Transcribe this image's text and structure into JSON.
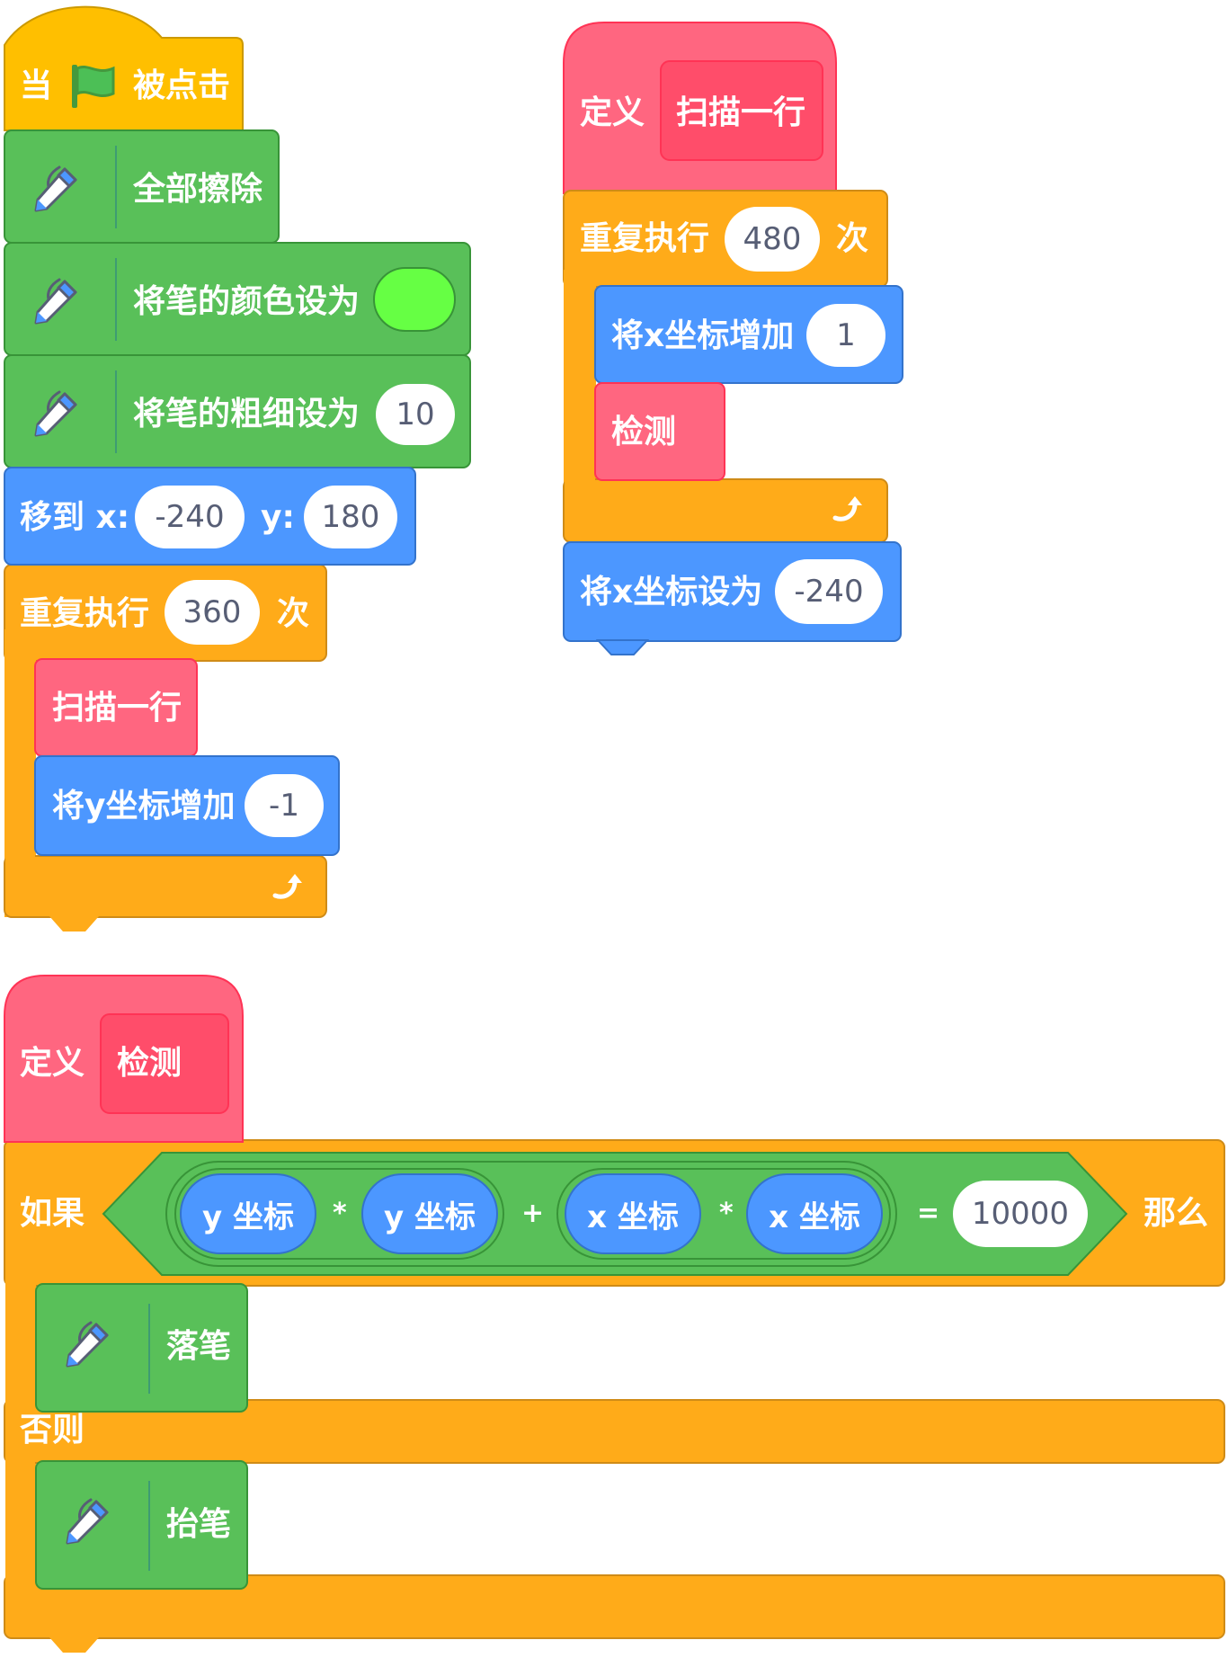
{
  "colors": {
    "events": "#ffbf00",
    "pen": "#59c059",
    "pen_border": "#389438",
    "motion": "#4c97ff",
    "control": "#ffab19",
    "my_blocks": "#ff6680",
    "my_blocks_proto": "#ff4d6a",
    "operators": "#59c059",
    "pen_color_swatch": "#66ff44"
  },
  "script1": {
    "hat": {
      "when": "当",
      "flag_icon": "green-flag-icon",
      "clicked": "被点击"
    },
    "erase_all": "全部擦除",
    "set_pen_color": "将笔的颜色设为",
    "set_pen_size": {
      "label": "将笔的粗细设为",
      "value": "10"
    },
    "goto": {
      "label": "移到 x:",
      "x": "-240",
      "ylabel": "y:",
      "y": "180"
    },
    "repeat": {
      "label": "重复执行",
      "times": "360",
      "suffix": "次"
    },
    "call_scan": "扫描一行",
    "change_y": {
      "label": "将y坐标增加",
      "value": "-1"
    }
  },
  "script2": {
    "define": "定义",
    "proc_name": "扫描一行",
    "repeat": {
      "label": "重复执行",
      "times": "480",
      "suffix": "次"
    },
    "change_x": {
      "label": "将x坐标增加",
      "value": "1"
    },
    "call_detect": "检测",
    "set_x": {
      "label": "将x坐标设为",
      "value": "-240"
    }
  },
  "script3": {
    "define": "定义",
    "proc_name": "检测",
    "if_label": "如果",
    "then_label": "那么",
    "else_label": "否则",
    "condition": {
      "ycoord_1": "y 坐标",
      "mul_1": "*",
      "ycoord_2": "y 坐标",
      "plus": "+",
      "xcoord_1": "x 坐标",
      "mul_2": "*",
      "xcoord_2": "x 坐标",
      "equals": "=",
      "value": "10000"
    },
    "pen_down": "落笔",
    "pen_up": "抬笔"
  }
}
